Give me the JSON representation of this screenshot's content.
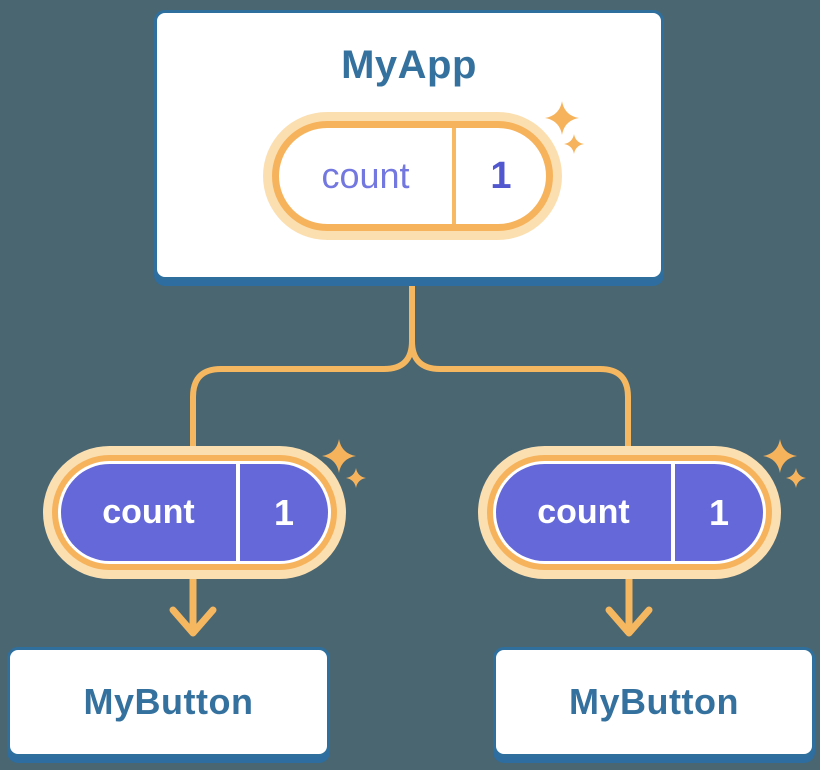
{
  "diagram": {
    "root": {
      "title": "MyApp",
      "state": {
        "label": "count",
        "value": "1"
      }
    },
    "children": [
      {
        "title": "MyButton",
        "state": {
          "label": "count",
          "value": "1"
        }
      },
      {
        "title": "MyButton",
        "state": {
          "label": "count",
          "value": "1"
        }
      }
    ]
  },
  "colors": {
    "background": "#4a6671",
    "card_border_blue": "#2e6f9e",
    "card_shadow_blue": "#2d6da0",
    "title_blue": "#35719e",
    "accent_orange": "#f6b35c",
    "glow_orange": "#fbdfb1",
    "state_purple": "#6468d8",
    "state_label_indigo": "#7377e0",
    "state_value_indigo": "#5157ce"
  },
  "icons": {
    "sparkle": "four-point-star"
  }
}
